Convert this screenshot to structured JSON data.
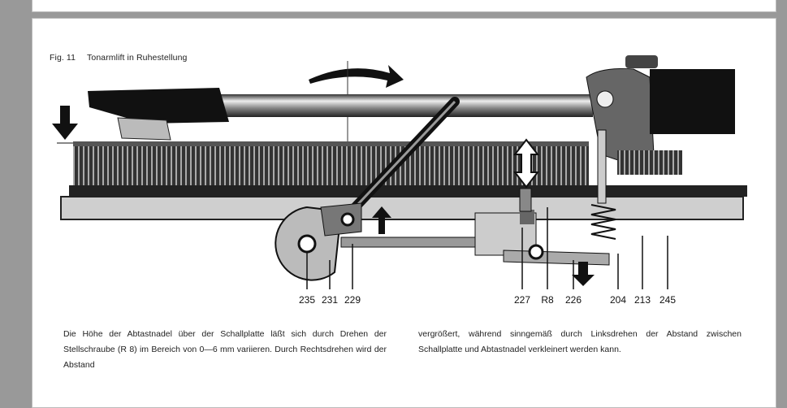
{
  "figure": {
    "number": "Fig. 11",
    "title": "Tonarmlift in Ruhestellung",
    "labels": [
      "235",
      "231",
      "229",
      "227",
      "R8",
      "226",
      "204",
      "213",
      "245"
    ]
  },
  "body_text": {
    "column1": "Die Höhe der Abtastnadel über der Schallplatte läßt sich durch Drehen der Stellschraube (R 8) im Bereich von 0—6 mm variieren. Durch Rechtsdrehen wird der Abstand",
    "column2": "vergrößert, während sinngemäß durch Linksdrehen der Abstand zwischen Schallplatte und Abtastnadel verkleinert werden kann."
  },
  "colors": {
    "viewer_background": "#999999",
    "page": "#ffffff",
    "ink": "#111111"
  }
}
